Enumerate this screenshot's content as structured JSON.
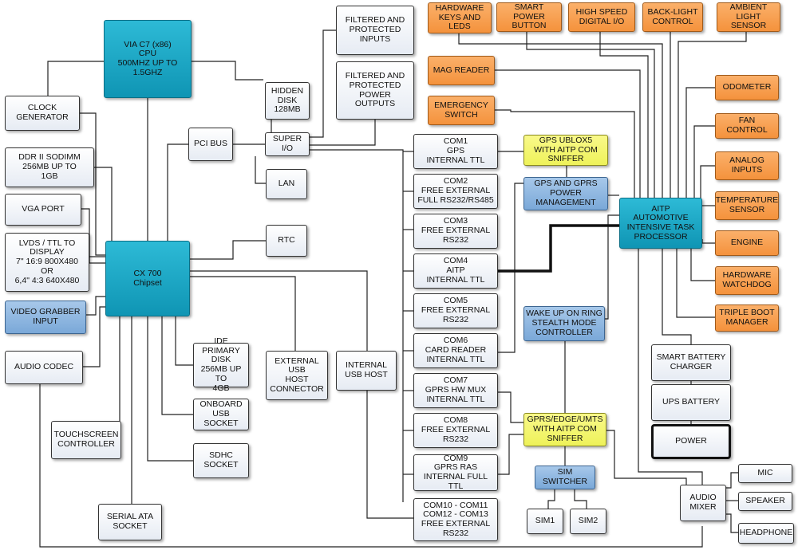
{
  "blocks": {
    "cpu": "VIA C7 (x86)\nCPU\n500MHZ UP TO\n1.5GHZ",
    "clock": "CLOCK\nGENERATOR",
    "ddr": "DDR II SODIMM\n256MB UP TO\n1GB",
    "vga": "VGA PORT",
    "lvds": "LVDS / TTL TO\nDISPLAY\n7\" 16:9 800X480\nOR\n6,4\" 4:3 640X480",
    "video": "VIDEO GRABBER\nINPUT",
    "audio_codec": "AUDIO CODEC",
    "touch": "TOUCHSCREEN\nCONTROLLER",
    "sata": "SERIAL ATA\nSOCKET",
    "cx700": "CX 700\nChipset",
    "pci": "PCI BUS",
    "superio": "SUPER I/O",
    "hidden_disk": "HIDDEN\nDISK\n128MB",
    "lan": "LAN",
    "rtc": "RTC",
    "filtered_in": "FILTERED AND\nPROTECTED\nINPUTS",
    "filtered_out": "FILTERED AND\nPROTECTED\nPOWER OUTPUTS",
    "ide": "IDE PRIMARY\nDISK\n256MB UP TO\n4GB",
    "usb_socket": "ONBOARD\nUSB SOCKET",
    "sdhc": "SDHC\nSOCKET",
    "ext_usb": "EXTERNAL USB\nHOST\nCONNECTOR",
    "int_usb": "INTERNAL\nUSB HOST",
    "com1": "COM1\nGPS\nINTERNAL TTL",
    "com2": "COM2\nFREE EXTERNAL\nFULL RS232/RS485",
    "com3": "COM3\nFREE EXTERNAL\nRS232",
    "com4": "COM4\nAITP\nINTERNAL TTL",
    "com5": "COM5\nFREE EXTERNAL\nRS232",
    "com6": "COM6\nCARD READER\nINTERNAL TTL",
    "com7": "COM7\nGPRS HW MUX\nINTERNAL TTL",
    "com8": "COM8\nFREE EXTERNAL\nRS232",
    "com9": "COM9\nGPRS RAS\nINTERNAL FULL TTL",
    "com10": "COM10 - COM11\nCOM12 - COM13\nFREE EXTERNAL\nRS232",
    "hw_keys": "HARDWARE\nKEYS AND\nLEDS",
    "smart_power": "SMART POWER\nBUTTON",
    "hs_io": "HIGH SPEED\nDIGITAL I/O",
    "backlight": "BACK-LIGHT\nCONTROL",
    "ambient": "AMBIENT\nLIGHT SENSOR",
    "mag": "MAG READER",
    "emergency": "EMERGENCY\nSWITCH",
    "gps_ublox": "GPS UBLOX5\nWITH AITP COM\nSNIFFER",
    "gps_gprs_pm": "GPS AND GPRS\nPOWER\nMANAGEMENT",
    "aitp": "AITP\nAUTOMOTIVE\nINTENSIVE TASK\nPROCESSOR",
    "odometer": "ODOMETER",
    "fan": "FAN CONTROL",
    "analog": "ANALOG\nINPUTS",
    "temp": "TEMPERATURE\nSENSOR",
    "engine": "ENGINE",
    "watchdog": "HARDWARE\nWATCHDOG",
    "triple_boot": "TRIPLE BOOT\nMANAGER",
    "wake": "WAKE UP ON RING\nSTEALTH MODE\nCONTROLLER",
    "battery_charger": "SMART BATTERY\nCHARGER",
    "ups": "UPS BATTERY",
    "power": "POWER",
    "gprs_edge": "GPRS/EDGE/UMTS\nWITH AITP COM\nSNIFFER",
    "sim_switch": "SIM\nSWITCHER",
    "sim1": "SIM1",
    "sim2": "SIM2",
    "audio_mixer": "AUDIO\nMIXER",
    "mic": "MIC",
    "speaker": "SPEAKER",
    "headphone": "HEADPHONE"
  },
  "colors": {
    "line": "#222222",
    "cyan": "#139cbb",
    "orange": "#f69c4e",
    "yellow": "#eff367",
    "blue": "#86b1dd",
    "white": "#eef1f7"
  }
}
